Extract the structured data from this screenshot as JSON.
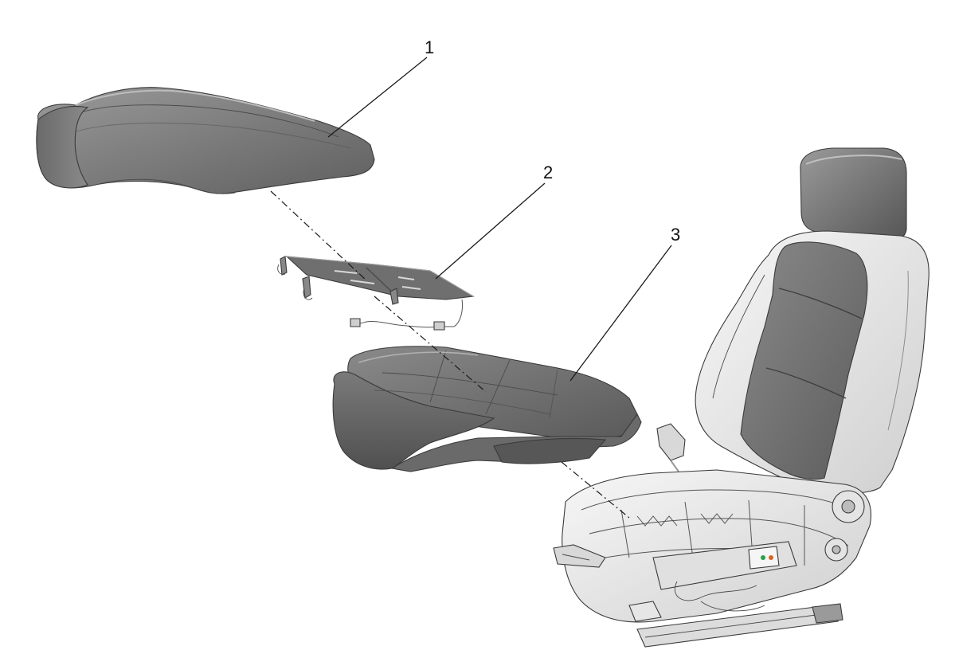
{
  "colors": {
    "cushion_dark": "#6e6e6e",
    "cushion_mid": "#8c8c8c",
    "cushion_light": "#a8a8a8",
    "seat_light": "#e8e8e8",
    "frame_light": "#f0f0f0",
    "line": "#1a1a1a"
  },
  "callouts": [
    {
      "id": "1",
      "label": "1",
      "part": "seat-cushion-cover"
    },
    {
      "id": "2",
      "label": "2",
      "part": "seat-cushion-heater-mat"
    },
    {
      "id": "3",
      "label": "3",
      "part": "seat-cushion-pad"
    }
  ]
}
